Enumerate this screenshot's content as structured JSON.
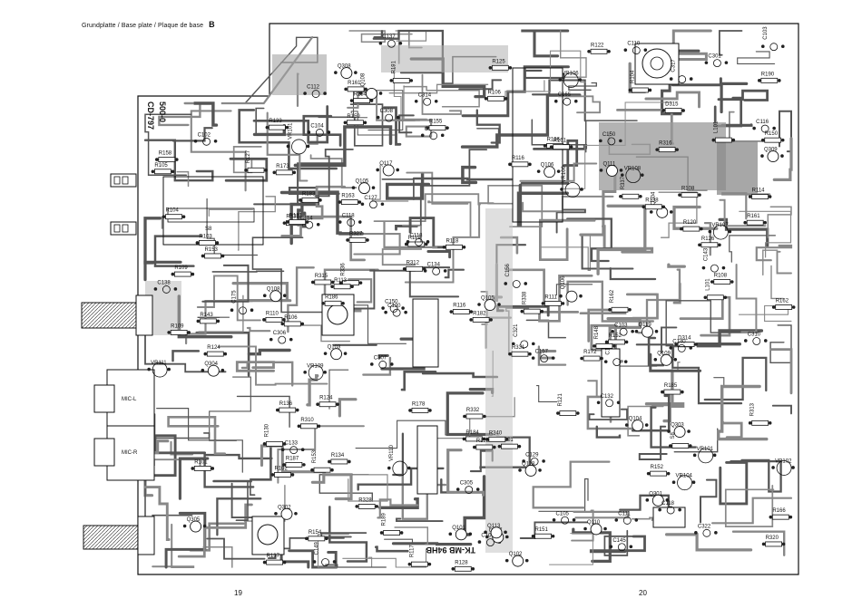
{
  "header": {
    "title": "Grundplatte / Base plate / Plaque de base",
    "letter": "B"
  },
  "page_numbers": {
    "left": "19",
    "right": "20"
  },
  "board": {
    "code_top": "CD-797",
    "code_bottom": "500-0",
    "model": "TK-MB 94HB",
    "switch_label": "S8",
    "jack_labels": [
      "MIC-L",
      "MIC-R"
    ]
  },
  "components": [
    "R191",
    "Q106",
    "R190",
    "VR106",
    "VR104",
    "Q105",
    "Q309",
    "R338",
    "C317",
    "R336",
    "R337",
    "Q308",
    "D314",
    "L301",
    "Q302",
    "R313",
    "VR110",
    "R316",
    "Q304",
    "R315",
    "R161",
    "R162",
    "C134",
    "C133",
    "C157",
    "VR102",
    "Q102",
    "Q101",
    "R184",
    "R320",
    "C306",
    "R310",
    "C301",
    "C156",
    "C305",
    "R312",
    "Q303",
    "Q305",
    "VR111",
    "R340",
    "C314",
    "Q301",
    "R332",
    "R327",
    "C307",
    "C308",
    "R328",
    "R331",
    "C140",
    "R166",
    "Q103",
    "R116",
    "R173",
    "Q104",
    "C165",
    "Q106",
    "C163",
    "R163",
    "R106",
    "R172",
    "VR106",
    "VR108",
    "C137",
    "R161",
    "S8",
    "R116",
    "L101",
    "R109",
    "C104",
    "R108",
    "VR101",
    "R106",
    "C118",
    "R120",
    "R114",
    "R104",
    "R105",
    "C103",
    "R103",
    "C106",
    "R102",
    "R101",
    "R178",
    "R111",
    "R118",
    "C114",
    "C105",
    "R133",
    "R118",
    "C101",
    "R335",
    "C103",
    "R104",
    "C321",
    "VR101",
    "R186",
    "R189",
    "L101",
    "R185",
    "R187",
    "R183",
    "C143",
    "C150",
    "R182",
    "R119",
    "R121",
    "R117",
    "C102",
    "C110",
    "R110",
    "C111",
    "R109",
    "R122",
    "Q107",
    "C145",
    "R124",
    "R113",
    "R126",
    "C118",
    "C322",
    "R125",
    "Q110",
    "C150",
    "R158",
    "R159",
    "Q109",
    "VR109",
    "Q108",
    "R121",
    "R155",
    "R154",
    "R152",
    "C149",
    "Q113",
    "R124",
    "Q117",
    "R153",
    "C175",
    "R151",
    "D315",
    "R152",
    "R153",
    "C310",
    "R138",
    "R136",
    "Q111",
    "R137",
    "C127",
    "R148",
    "R150",
    "R161",
    "R162",
    "C129",
    "VR107",
    "Q104",
    "Q105",
    "R108",
    "R128",
    "R127",
    "Q118",
    "R130",
    "Q119",
    "Q108",
    "R134",
    "C138",
    "R136",
    "C120",
    "R143",
    "R154",
    "C118",
    "C132",
    "C116",
    "C112"
  ]
}
